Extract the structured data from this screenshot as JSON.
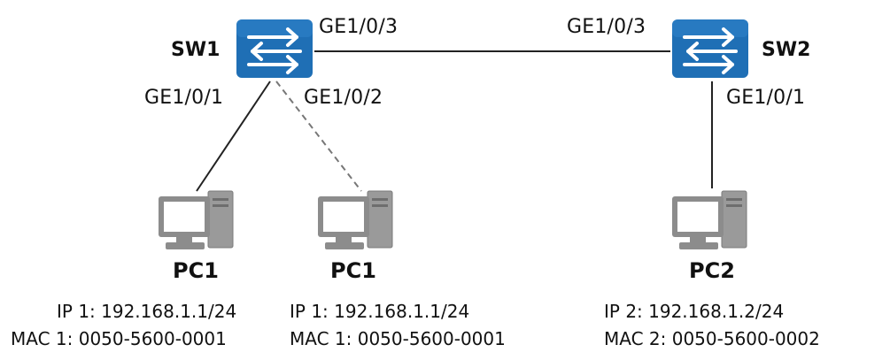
{
  "switches": {
    "sw1": {
      "name": "SW1"
    },
    "sw2": {
      "name": "SW2"
    }
  },
  "ports": {
    "sw1_ge3": "GE1/0/3",
    "sw2_ge3": "GE1/0/3",
    "sw1_ge1": "GE1/0/1",
    "sw1_ge2": "GE1/0/2",
    "sw2_ge1": "GE1/0/1"
  },
  "hosts": [
    {
      "name": "PC1",
      "ip": "IP 1: 192.168.1.1/24",
      "mac": "MAC 1: 0050-5600-0001"
    },
    {
      "name": "PC1",
      "ip": "IP 1: 192.168.1.1/24",
      "mac": "MAC 1: 0050-5600-0001"
    },
    {
      "name": "PC2",
      "ip": "IP 2: 192.168.1.2/24",
      "mac": "MAC 2: 0050-5600-0002"
    }
  ],
  "links": [
    {
      "from": "SW1 GE1/0/3",
      "to": "SW2 GE1/0/3",
      "style": "solid"
    },
    {
      "from": "SW1 GE1/0/1",
      "to": "PC1",
      "style": "solid"
    },
    {
      "from": "SW1 GE1/0/2",
      "to": "PC1",
      "style": "dashed"
    },
    {
      "from": "SW2 GE1/0/1",
      "to": "PC2",
      "style": "solid"
    }
  ],
  "colors": {
    "switch_body": "#1f6fb5",
    "switch_highlight": "#3a8fd6",
    "pc_gray": "#8c8c8c",
    "link": "#222222",
    "dashed_link": "#777777"
  }
}
